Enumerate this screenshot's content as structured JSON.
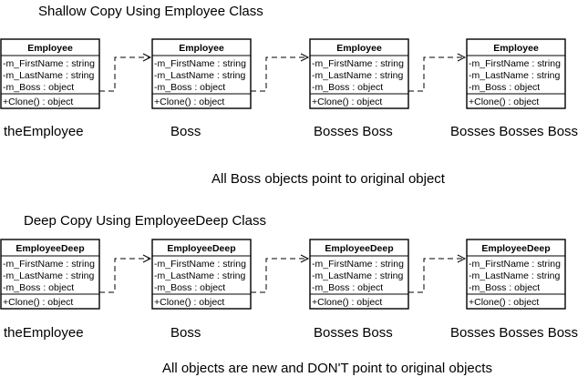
{
  "shallow": {
    "title": "Shallow Copy Using Employee Class",
    "class_name": "Employee",
    "fields": [
      "-m_FirstName : string",
      "-m_LastName : string",
      "-m_Boss : object"
    ],
    "method": "+Clone() : object",
    "labels": [
      "theEmployee",
      "Boss",
      "Bosses Boss",
      "Bosses Bosses Boss"
    ],
    "note": "All Boss objects point to original object"
  },
  "deep": {
    "title": "Deep Copy Using EmployeeDeep Class",
    "class_name": "EmployeeDeep",
    "fields": [
      "-m_FirstName : string",
      "-m_LastName : string",
      "-m_Boss : object"
    ],
    "method": "+Clone() : object",
    "labels": [
      "theEmployee",
      "Boss",
      "Bosses Boss",
      "Bosses Bosses Boss"
    ],
    "note": "All objects are new and DON'T point to original objects"
  }
}
